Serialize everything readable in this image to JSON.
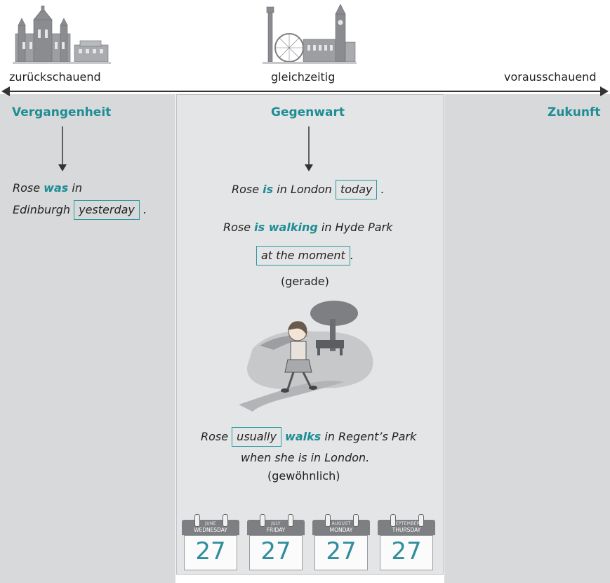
{
  "timeline": {
    "left_label": "zurückschauend",
    "center_label": "gleichzeitig",
    "right_label": "vorausschauend"
  },
  "columns": {
    "past": {
      "heading": "Vergangenheit",
      "line1_pre": "Rose ",
      "line1_verb": "was",
      "line1_post": " in",
      "line2_pre": "Edinburgh ",
      "line2_box": "yesterday",
      "line2_post": " ."
    },
    "present": {
      "heading": "Gegenwart",
      "s1_pre": "Rose ",
      "s1_verb": "is",
      "s1_mid": " in London ",
      "s1_box": "today",
      "s1_post": " .",
      "s2_pre": "Rose ",
      "s2_verb": "is walking",
      "s2_post": " in Hyde Park",
      "s2_box": "at the moment",
      "s2_end": ".",
      "s2_note": "(gerade)",
      "s3_pre": "Rose ",
      "s3_box": "usually",
      "s3_verb": "walks",
      "s3_post": " in Regent’s Park",
      "s3_line2": "when she is in London.",
      "s3_note": "(gewöhnlich)"
    },
    "future": {
      "heading": "Zukunft"
    }
  },
  "calendars": [
    {
      "month": "JUNE",
      "weekday": "WEDNESDAY",
      "day": "27"
    },
    {
      "month": "JULY",
      "weekday": "FRIDAY",
      "day": "27"
    },
    {
      "month": "AUGUST",
      "weekday": "MONDAY",
      "day": "27"
    },
    {
      "month": "SEPTEMBER",
      "weekday": "THURSDAY",
      "day": "27"
    }
  ],
  "colors": {
    "accent": "#1e8d94",
    "panel": "#d8d9da",
    "panel_center": "#e4e5e6"
  }
}
